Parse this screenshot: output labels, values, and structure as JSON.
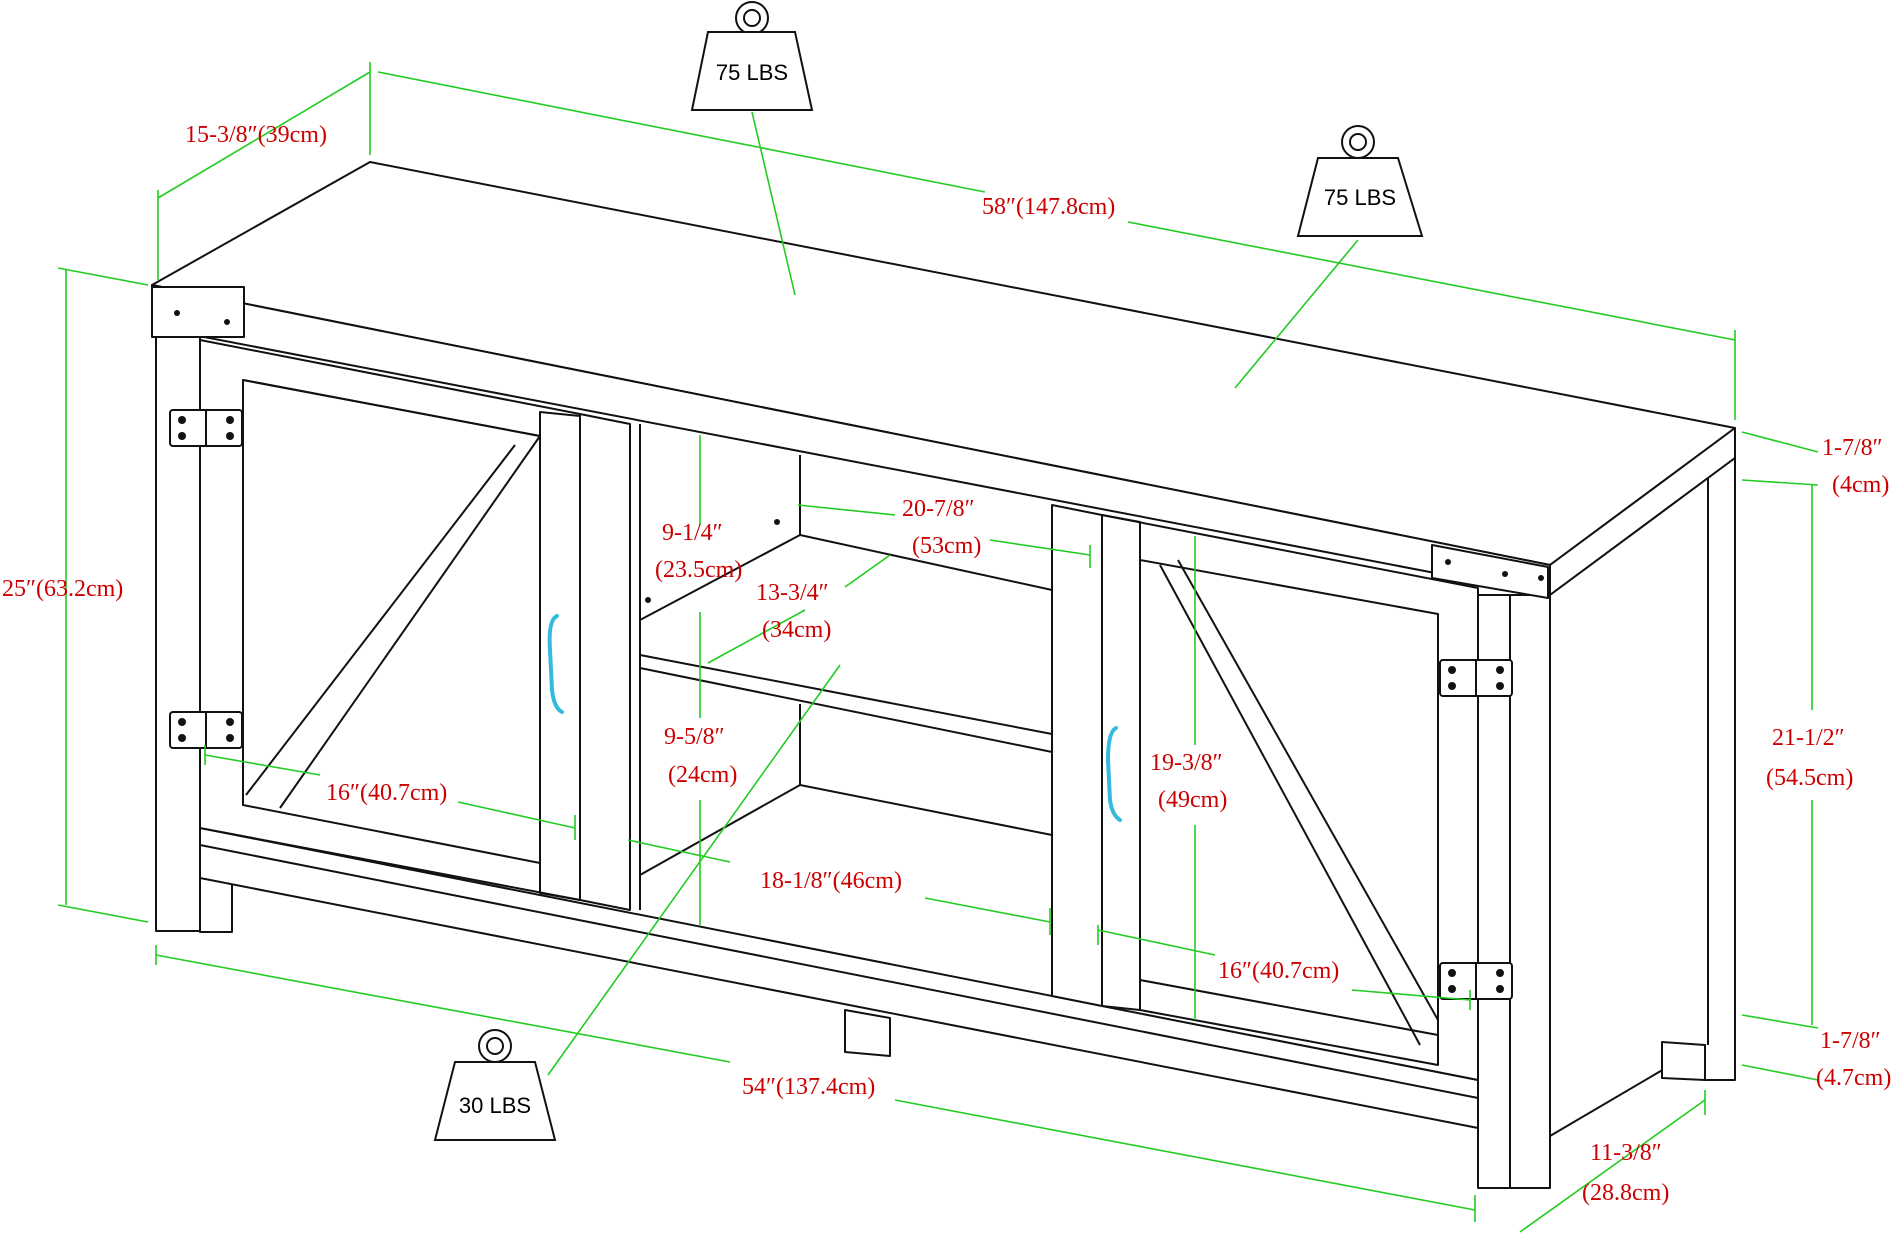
{
  "colors": {
    "line": "#111111",
    "dimension_line": "#22cc22",
    "dimension_text": "#cc0000",
    "handle": "#33bbdd"
  },
  "weights": {
    "top_left": "75 LBS",
    "top_right": "75 LBS",
    "shelf": "30 LBS"
  },
  "dimensions": {
    "depth_top": "15-3/8″(39cm)",
    "width_top": "58″(147.8cm)",
    "height_total": "25″(63.2cm)",
    "top_thickness": "1-7/8″",
    "top_thickness_cm": "(4cm)",
    "inner_height": "21-1/2″",
    "inner_height_cm": "(54.5cm)",
    "leg_height": "1-7/8″",
    "leg_height_cm": "(4.7cm)",
    "shelf_upper": "9-1/4″",
    "shelf_upper_cm": "(23.5cm)",
    "shelf_width": "20-7/8″",
    "shelf_width_cm": "(53cm)",
    "shelf_depth": "13-3/4″",
    "shelf_depth_cm": "(34cm)",
    "shelf_lower": "9-5/8″",
    "shelf_lower_cm": "(24cm)",
    "left_door_width": "16″(40.7cm)",
    "center_opening": "18-1/8″(46cm)",
    "right_door_height": "19-3/8″",
    "right_door_height_cm": "(49cm)",
    "right_door_width": "16″(40.7cm)",
    "base_width": "54″(137.4cm)",
    "base_depth": "11-3/8″",
    "base_depth_cm": "(28.8cm)"
  },
  "icons": [
    "weight-icon",
    "hinge-icon",
    "handle-icon"
  ]
}
